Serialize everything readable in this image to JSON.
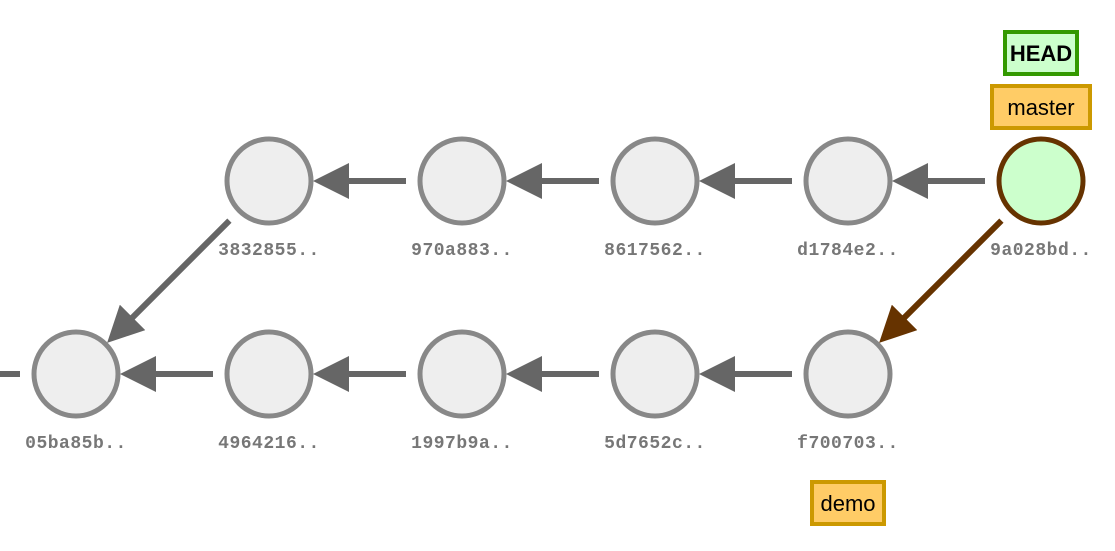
{
  "graph": {
    "commits": [
      {
        "id": "3832855..",
        "row": "top"
      },
      {
        "id": "970a883..",
        "row": "top"
      },
      {
        "id": "8617562..",
        "row": "top"
      },
      {
        "id": "d1784e2..",
        "row": "top"
      },
      {
        "id": "9a028bd..",
        "row": "top",
        "head": true
      },
      {
        "id": "05ba85b..",
        "row": "bottom"
      },
      {
        "id": "4964216..",
        "row": "bottom"
      },
      {
        "id": "1997b9a..",
        "row": "bottom"
      },
      {
        "id": "5d7652c..",
        "row": "bottom"
      },
      {
        "id": "f700703..",
        "row": "bottom"
      }
    ],
    "parent_links": [
      {
        "from": "9a028bd..",
        "to": "d1784e2..",
        "highlighted": false
      },
      {
        "from": "9a028bd..",
        "to": "f700703..",
        "highlighted": true
      },
      {
        "from": "d1784e2..",
        "to": "8617562..",
        "highlighted": false
      },
      {
        "from": "8617562..",
        "to": "970a883..",
        "highlighted": false
      },
      {
        "from": "970a883..",
        "to": "3832855..",
        "highlighted": false
      },
      {
        "from": "3832855..",
        "to": "05ba85b..",
        "highlighted": false
      },
      {
        "from": "f700703..",
        "to": "5d7652c..",
        "highlighted": false
      },
      {
        "from": "5d7652c..",
        "to": "1997b9a..",
        "highlighted": false
      },
      {
        "from": "1997b9a..",
        "to": "4964216..",
        "highlighted": false
      },
      {
        "from": "4964216..",
        "to": "05ba85b..",
        "highlighted": false
      }
    ],
    "refs": [
      {
        "name": "HEAD",
        "type": "head",
        "points_to": "master"
      },
      {
        "name": "master",
        "type": "branch",
        "points_to": "9a028bd.."
      },
      {
        "name": "demo",
        "type": "branch",
        "points_to": "f700703.."
      }
    ],
    "colors": {
      "commit_fill": "#eeeeee",
      "commit_stroke": "#888888",
      "head_commit_fill": "#ccffcc",
      "head_commit_stroke": "#663300",
      "arrow": "#666666",
      "highlight_arrow": "#663300",
      "branch_fill": "#ffcc66",
      "branch_stroke": "#cc9900",
      "head_fill": "#ccffcc",
      "head_stroke": "#339900",
      "label_text": "#777777"
    }
  }
}
